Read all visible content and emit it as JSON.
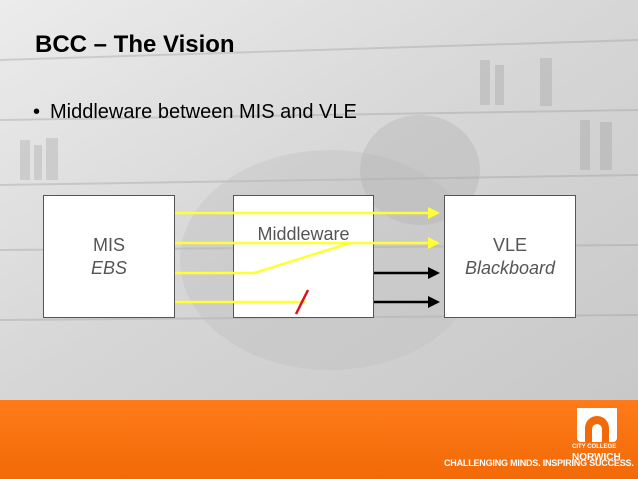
{
  "slide": {
    "title": "BCC – The Vision",
    "bullet": "Middleware between MIS and VLE"
  },
  "diagram": {
    "mis_box": {
      "line1": "MIS",
      "line2": "EBS"
    },
    "middleware_box": {
      "label": "Middleware"
    },
    "vle_box": {
      "line1": "VLE",
      "line2": "Blackboard"
    },
    "colors": {
      "yellow": "#ffff33",
      "black": "#000000",
      "red": "#e0101a"
    }
  },
  "footer": {
    "tagline": "CHALLENGING MINDS. INSPIRING SUCCESS.",
    "college_small": "CITY COLLEGE",
    "college_big": "NORWICH",
    "background": "#f26a07"
  }
}
